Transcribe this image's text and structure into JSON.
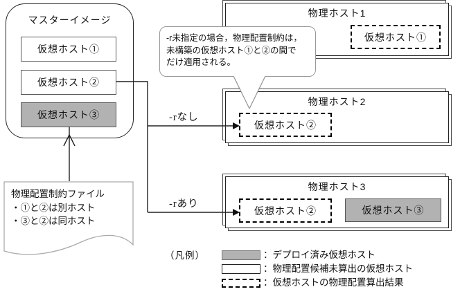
{
  "master_image": {
    "title": "マスターイメージ",
    "vhosts": [
      {
        "label": "仮想ホスト①",
        "state": "candidate"
      },
      {
        "label": "仮想ホスト②",
        "state": "candidate"
      },
      {
        "label": "仮想ホスト③",
        "state": "deployed"
      }
    ]
  },
  "callout": {
    "lines": [
      "-r未指定の場合，物理配置制約は，",
      "未構築の仮想ホスト①と②の間で",
      "だけ適用される。"
    ]
  },
  "branches": [
    {
      "label": "-rなし"
    },
    {
      "label": "-rあり"
    }
  ],
  "physical_hosts": [
    {
      "title": "物理ホスト1",
      "vhosts": [
        {
          "label": "仮想ホスト①",
          "style": "calculated"
        }
      ]
    },
    {
      "title": "物理ホスト2",
      "vhosts": [
        {
          "label": "仮想ホスト②",
          "style": "calculated"
        }
      ]
    },
    {
      "title": "物理ホスト3",
      "vhosts": [
        {
          "label": "仮想ホスト②",
          "style": "calculated"
        },
        {
          "label": "仮想ホスト③",
          "style": "deployed"
        }
      ]
    }
  ],
  "constraint_file": {
    "title": "物理配置制約ファイル",
    "lines": [
      "・①と②は別ホスト",
      "・③と②は同ホスト"
    ]
  },
  "legend": {
    "title": "（凡例）",
    "items": [
      {
        "swatch": "deployed",
        "label": "：デプロイ済み仮想ホスト"
      },
      {
        "swatch": "candidate",
        "label": "：物理配置候補未算出の仮想ホスト"
      },
      {
        "swatch": "calculated",
        "label": "：仮想ホストの物理配置算出結果"
      }
    ]
  },
  "colors": {
    "deployed_fill": "#b2b2b2",
    "line": "#222222",
    "callout_border": "#999999",
    "doc_border": "#aaaaaa"
  }
}
